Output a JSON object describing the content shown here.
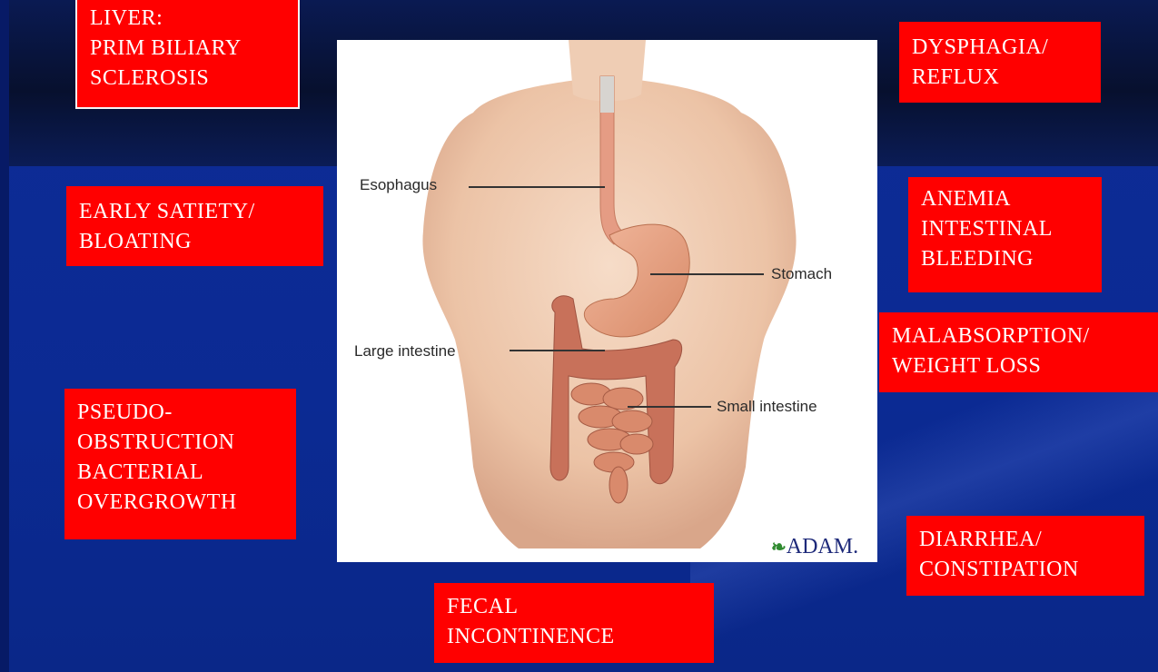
{
  "labels": {
    "liver": "LIVER:\nPRIM BILIARY\nSCLEROSIS",
    "dysphagia": "DYSPHAGIA/\nREFLUX",
    "early_satiety": "EARLY SATIETY/\nBLOATING",
    "anemia": "ANEMIA\nINTESTINAL\nBLEEDING",
    "malabsorption": "MALABSORPTION/\nWEIGHT LOSS",
    "pseudo": "PSEUDO-\nOBSTRUCTION\nBACTERIAL\nOVERGROWTH",
    "diarrhea": "DIARRHEA/\nCONSTIPATION",
    "fecal": "FECAL\nINCONTINENCE"
  },
  "figure": {
    "esophagus": "Esophagus",
    "stomach": "Stomach",
    "large_intestine": "Large intestine",
    "small_intestine": "Small intestine",
    "logo": "ADAM."
  },
  "colors": {
    "label_bg": "#ff0000",
    "background": "#0d2a8f",
    "top_band": "#07102e"
  }
}
